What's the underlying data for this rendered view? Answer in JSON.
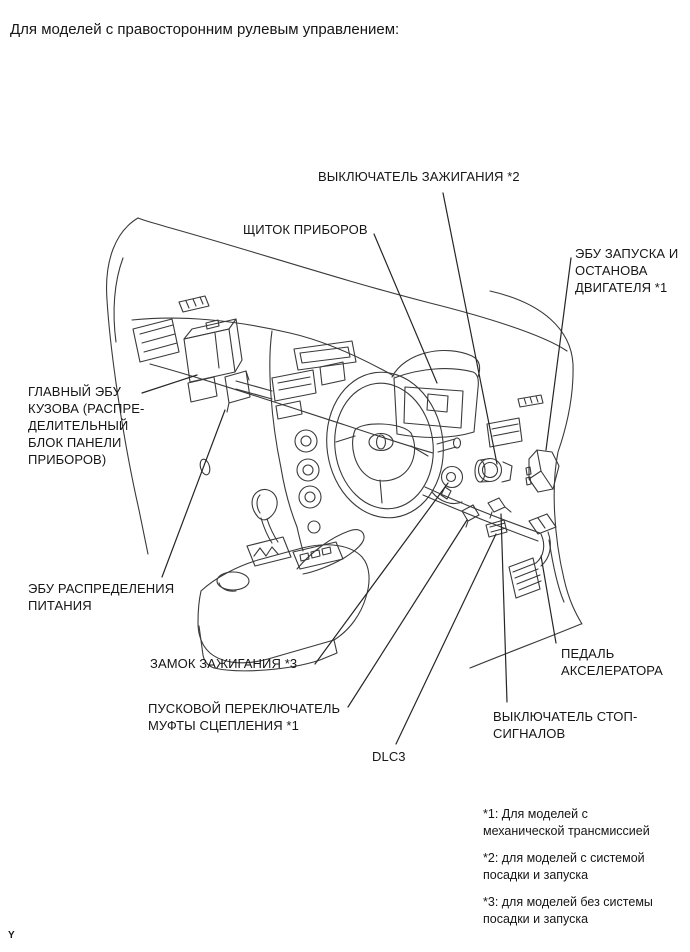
{
  "page": {
    "header": "Для моделей с правосторонним рулевым управлением:",
    "page_marker": "Y"
  },
  "diagram": {
    "labels": {
      "ignition_switch": "ВЫКЛЮЧАТЕЛЬ ЗАЖИГАНИЯ *2",
      "instrument_panel": "ЩИТОК ПРИБОРОВ",
      "engine_start_stop_ecu": "ЭБУ ЗАПУСКА И\nОСТАНОВА\nДВИГАТЕЛЯ *1",
      "main_body_ecu": "ГЛАВНЫЙ ЭБУ\nКУЗОВА (РАСПРЕ-\nДЕЛИТЕЛЬНЫЙ\nБЛОК ПАНЕЛИ\nПРИБОРОВ)",
      "power_distribution_ecu": "ЭБУ РАСПРЕДЕЛЕНИЯ\nПИТАНИЯ",
      "ignition_lock": "ЗАМОК ЗАЖИГАНИЯ *3",
      "clutch_start_switch": "ПУСКОВОЙ ПЕРЕКЛЮЧАТЕЛЬ\nМУФТЫ СЦЕПЛЕНИЯ *1",
      "dlc3": "DLC3",
      "accelerator_pedal": "ПЕДАЛЬ\nАКСЕЛЕРАТОРА",
      "stop_light_switch": "ВЫКЛЮЧАТЕЛЬ СТОП-\nСИГНАЛОВ"
    },
    "footnotes": [
      "*1: Для моделей с\nмеханической трансмиссией",
      "*2: для моделей с системой\nпосадки и запуска",
      "*3: для моделей без системы\nпосадки и запуска"
    ]
  }
}
